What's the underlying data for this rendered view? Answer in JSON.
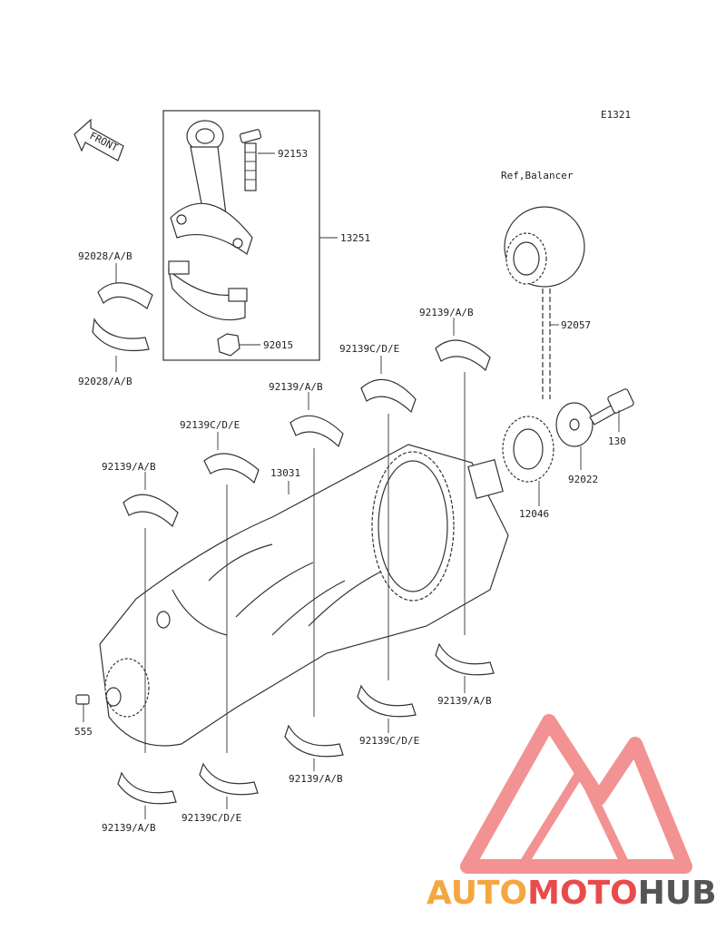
{
  "diagram": {
    "code": "E1321",
    "front_label": "FRONT",
    "balancer_ref": "Ref,Balancer",
    "labels": {
      "p92153": "92153",
      "p13251": "13251",
      "p92028_top": "92028/A/B",
      "p92028_bottom": "92028/A/B",
      "p92015": "92015",
      "p92057": "92057",
      "p92139_ab_1": "92139/A/B",
      "p92139_cde_1": "92139C/D/E",
      "p92139_ab_2": "92139/A/B",
      "p92139_cde_2": "92139C/D/E",
      "p92139_ab_3": "92139/A/B",
      "p13031": "13031",
      "p130": "130",
      "p92022": "92022",
      "p12046": "12046",
      "p555": "555",
      "p92139_ab_4": "92139/A/B",
      "p92139_cde_3": "92139C/D/E",
      "p92139_ab_5": "92139/A/B",
      "p92139_cde_4": "92139C/D/E",
      "p92139_ab_6": "92139/A/B"
    }
  },
  "watermark": {
    "part1": "AUTO",
    "part2": "MOTO",
    "part3": "HUB",
    "colors": {
      "orange": "#f4a640",
      "red": "#e94b4b",
      "gray": "#555555",
      "logo": "#f08080"
    }
  }
}
